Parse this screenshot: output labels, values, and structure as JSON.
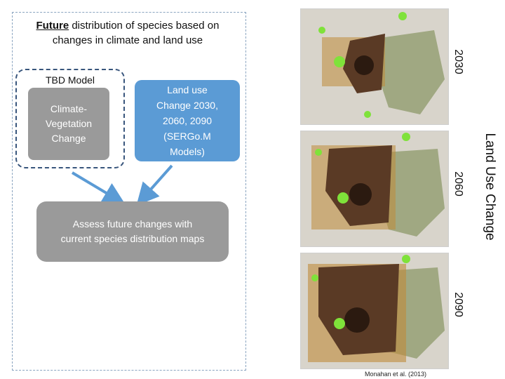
{
  "title": {
    "emphasis": "Future",
    "rest": " distribution of species based on changes in climate and land use"
  },
  "tbd_model": {
    "label": "TBD Model",
    "inner": "Climate-\nVegetation\nChange"
  },
  "land_use_box": "Land use\nChange 2030,\n2060, 2090\n(SERGo.M\nModels)",
  "assess_box": "Assess future changes with\ncurrent species distribution maps",
  "maps": [
    {
      "year": "2030"
    },
    {
      "year": "2060"
    },
    {
      "year": "2090"
    }
  ],
  "side_label": "Land Use Change",
  "citation": "Monahan et al. (2013)",
  "colors": {
    "blue_box": "#5b9bd5",
    "grey_box": "#9a9a9a",
    "dashed_border": "#38557c",
    "arrow": "#5b9bd5"
  }
}
